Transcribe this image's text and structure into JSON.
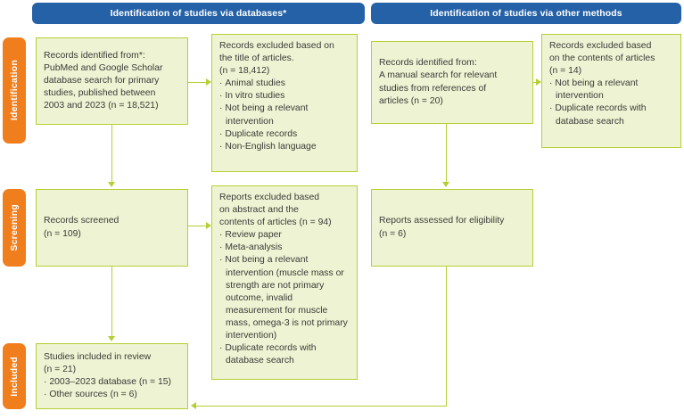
{
  "headers": {
    "databases": "Identification of studies via databases*",
    "other_methods": "Identification of studies via other methods"
  },
  "stages": {
    "identification": "Identification",
    "screening": "Screening",
    "included": "Included"
  },
  "boxes": {
    "records_identified": {
      "lines": [
        "Records identified from*:",
        "PubMed and Google Scholar",
        "database search for primary",
        "studies, published between",
        "2003 and 2023 (n = 18,521)"
      ]
    },
    "excluded_title": {
      "lines": [
        "Records excluded based on",
        "the title of articles.",
        "(n = 18,412)"
      ],
      "bullets": [
        "Animal studies",
        "In vitro studies",
        "Not being a relevant intervention",
        "Duplicate records",
        "Non-English language"
      ]
    },
    "records_screened": {
      "lines": [
        "Records screened",
        "(n = 109)"
      ]
    },
    "reports_excluded": {
      "lines": [
        "Reports excluded based",
        "on abstract and the",
        "contents of articles (n = 94)"
      ],
      "bullets": [
        "Review paper",
        "Meta-analysis",
        "Not being a relevant intervention (muscle mass or strength are not primary outcome, invalid measurement for muscle mass, omega-3 is not primary intervention)",
        "Duplicate records with database search"
      ]
    },
    "studies_included": {
      "lines": [
        "Studies included in review",
        "(n = 21)"
      ],
      "bullets": [
        "2003–2023 database (n = 15)",
        "Other sources (n = 6)"
      ]
    },
    "manual_identified": {
      "lines": [
        "Records identified from:",
        "A manual search for relevant",
        "studies from references of",
        "articles (n = 20)"
      ]
    },
    "excluded_contents": {
      "lines": [
        "Records excluded based",
        "on the contents of articles",
        "(n = 14)"
      ],
      "bullets": [
        "Not being a relevant intervention",
        "Duplicate records with database search"
      ]
    },
    "reports_eligibility": {
      "lines": [
        "Reports assessed for eligibility",
        "(n = 6)"
      ]
    }
  },
  "colors": {
    "header_blue": "#2561A7",
    "stage_orange": "#F07E1D",
    "box_fill": "#EEF4D3",
    "box_border": "#B7CE34",
    "connector": "#B7CE34",
    "text": "#3A3A38"
  }
}
